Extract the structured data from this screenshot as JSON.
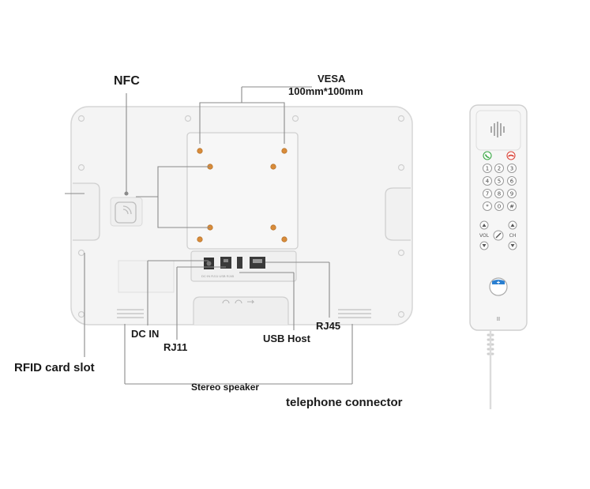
{
  "labels": {
    "nfc": "NFC",
    "vesa_title": "VESA",
    "vesa_size": "100mm*100mm",
    "dc_in": "DC IN",
    "rj11": "RJ11",
    "usb_host": "USB Host",
    "rj45": "RJ45",
    "rfid": "RFID card slot",
    "stereo": "Stereo speaker",
    "telephone": "telephone connector"
  },
  "handset": {
    "keys": [
      "1",
      "2",
      "3",
      "4",
      "5",
      "6",
      "7",
      "8",
      "9",
      "*",
      "0",
      "#"
    ],
    "vol": "VOL",
    "ch": "CH",
    "bottom_mark": "II"
  },
  "colors": {
    "device_body": "#f4f4f4",
    "outline": "#d6d6d6",
    "screw": "#d98c3a",
    "leader": "#8a8a8a",
    "call_green": "#3aa845",
    "hangup_red": "#d9453a",
    "accent_blue": "#2a7fd1"
  }
}
